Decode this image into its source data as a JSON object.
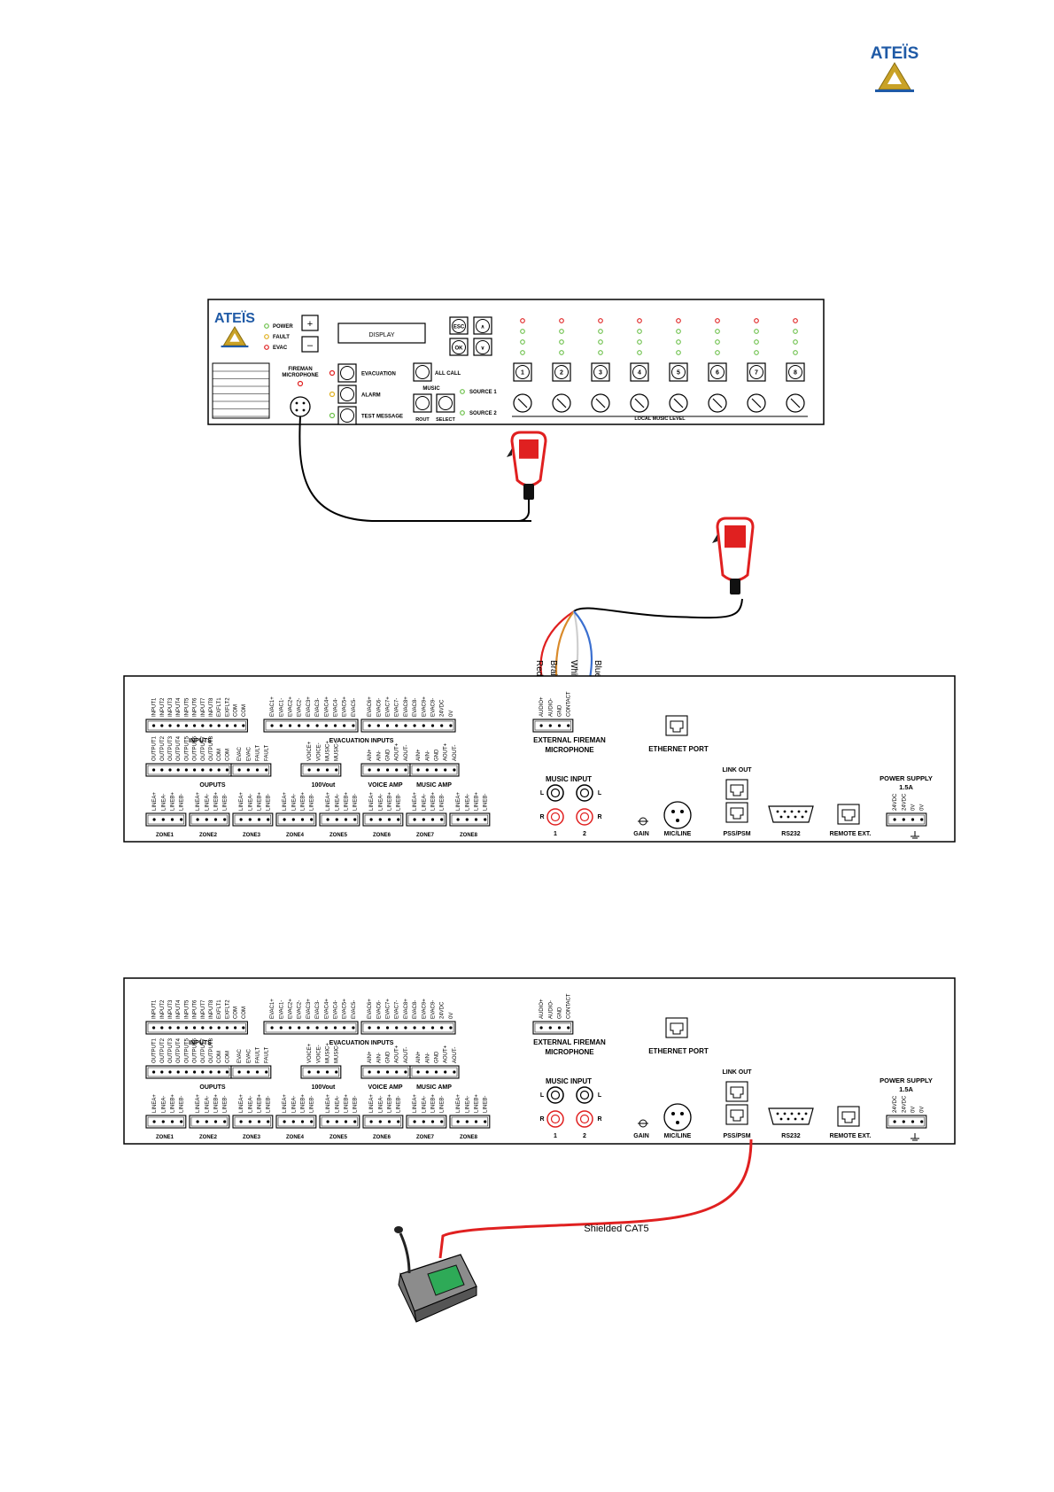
{
  "brand": {
    "name": "ATEÏS",
    "color": "#1f5aa6",
    "accent": "#c9a227"
  },
  "colors": {
    "red_wire": "#e02020",
    "orange_wire": "#d98a2a",
    "white_wire": "#cfcfcf",
    "blue_wire": "#3a6fd0",
    "cable_red": "#e02020",
    "led_red": "#e02020",
    "led_green": "#6cc04a",
    "led_amber": "#e0b020"
  },
  "front_panel": {
    "status": [
      "POWER",
      "FAULT",
      "EVAC"
    ],
    "display": "DISPLAY",
    "buttons": {
      "plus": "+",
      "minus": "–",
      "esc": "ESC",
      "ok": "OK",
      "up": "∧",
      "down": "∨"
    },
    "fireman": [
      "FIREMAN",
      "MICROPHONE"
    ],
    "actions": [
      "EVACUATION",
      "ALARM",
      "TEST MESSAGE"
    ],
    "all_call": "ALL CALL",
    "music": "MUSIC",
    "rout": "ROUT",
    "select": "SELECT",
    "sources": [
      "SOURCE 1",
      "SOURCE 2"
    ],
    "zones": [
      "1",
      "2",
      "3",
      "4",
      "5",
      "6",
      "7",
      "8"
    ],
    "level_label": "LOCAL MUSIC LEVEL"
  },
  "rear_panel": {
    "input_pins": [
      "INPUT1",
      "INPUT2",
      "INPUT3",
      "INPUT4",
      "INPUT5",
      "INPUT6",
      "INPUT7",
      "INPUT8",
      "EXFLT1",
      "EXFLT2",
      "COM",
      "COM"
    ],
    "inputs_label": "INPUTS",
    "evac_pins_a": [
      "EVAC1+",
      "EVAC1-",
      "EVAC2+",
      "EVAC2-",
      "EVAC3+",
      "EVAC3-",
      "EVAC4+",
      "EVAC4-",
      "EVAC5+",
      "EVAC5-"
    ],
    "evac_pins_b": [
      "EVAC6+",
      "EVAC6-",
      "EVAC7+",
      "EVAC7-",
      "EVAC8+",
      "EVAC8-",
      "EVAC9+",
      "EVAC9-",
      "24VDC",
      "0V"
    ],
    "evac_label": "EVACUATION INPUTS",
    "output_pins": [
      "OUTPUT1",
      "OUTPUT2",
      "OUTPUT3",
      "OUTPUT4",
      "OUTPUT5",
      "OUTPUT6",
      "OUTPUT7",
      "OUTPUT8",
      "COM",
      "COM"
    ],
    "outputs_label": "OUPUTS",
    "evac_fault_pins": [
      "EVAC",
      "EVAC",
      "FAULT",
      "FAULT"
    ],
    "vout_pins": [
      "VOICE+",
      "VOICE-",
      "MUSIC+",
      "MUSIC-"
    ],
    "vout_label": "100Vout",
    "voice_amp_pins": [
      "AIN+",
      "AIN-",
      "GND",
      "AOUT+",
      "AOUT-"
    ],
    "voice_amp_label": "VOICE AMP",
    "music_amp_pins": [
      "AIN+",
      "AIN-",
      "GND",
      "AOUT+",
      "AOUT-"
    ],
    "music_amp_label": "MUSIC AMP",
    "zone_pins": [
      "LINEA+",
      "LINEA-",
      "LINEB+",
      "LINEB-"
    ],
    "zones": [
      "ZONE1",
      "ZONE2",
      "ZONE3",
      "ZONE4",
      "ZONE5",
      "ZONE6",
      "ZONE7",
      "ZONE8"
    ],
    "ext_pins": [
      "AUDIO+",
      "AUDIO-",
      "GND",
      "CONTACT"
    ],
    "ext_label": [
      "EXTERNAL FIREMAN",
      "MICROPHONE"
    ],
    "ethernet": "ETHERNET PORT",
    "music_input": "MUSIC INPUT",
    "l": "L",
    "r": "R",
    "ch1": "1",
    "ch2": "2",
    "gain": "GAIN",
    "mic_line": "MIC/LINE",
    "link_out": "LINK OUT",
    "pss_psm": "PSS/PSM",
    "rs232": "RS232",
    "remote": "REMOTE EXT.",
    "power": [
      "POWER SUPPLY",
      "1.5A"
    ],
    "power_pins": [
      "24VDC",
      "24VDC",
      "0V",
      "0V"
    ]
  },
  "wires": [
    "Red",
    "Braid",
    "White",
    "Blue"
  ],
  "cable_label": "Shielded CAT5"
}
